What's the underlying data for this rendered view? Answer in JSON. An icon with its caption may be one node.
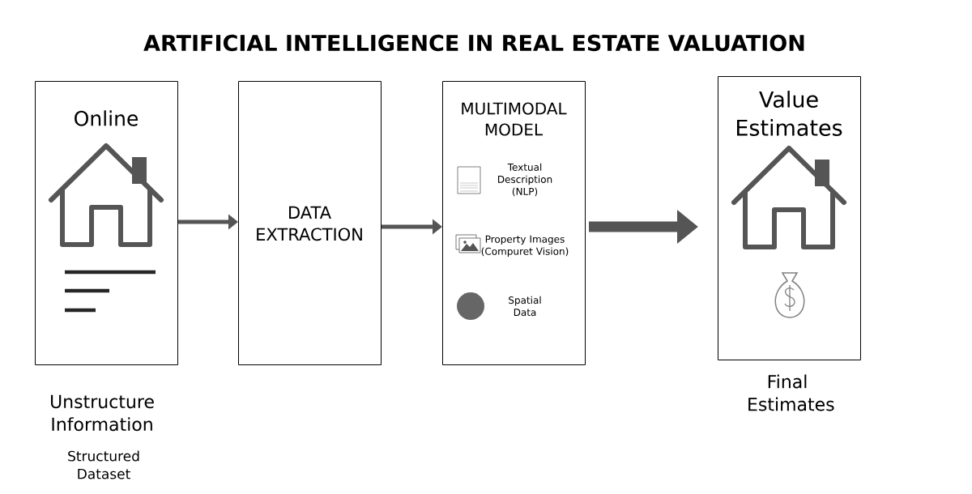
{
  "diagram": {
    "title": "ARTIFICIAL INTELLIGENCE IN REAL ESTATE VALUATION",
    "nodes": [
      {
        "text": [
          "Online"
        ],
        "beside": [
          "Unstructure Information",
          "Structured Dataset"
        ]
      },
      {
        "text": [
          "DATA EXTRACTION"
        ]
      },
      {
        "text": [
          "MULTIMODAL MODEL",
          "Textual Description (NLP)",
          "Property Images (Compuret Vision)",
          "Spatial Data"
        ]
      },
      {
        "text": [
          "Value Estimates"
        ],
        "beside": [
          "Final Estimates"
        ]
      }
    ],
    "edges": [
      {
        "from": 0,
        "to": 1,
        "arrow": "to"
      },
      {
        "from": 1,
        "to": 2,
        "arrow": "to"
      },
      {
        "from": 2,
        "to": 3,
        "arrow": "to",
        "style": "thick"
      }
    ]
  }
}
